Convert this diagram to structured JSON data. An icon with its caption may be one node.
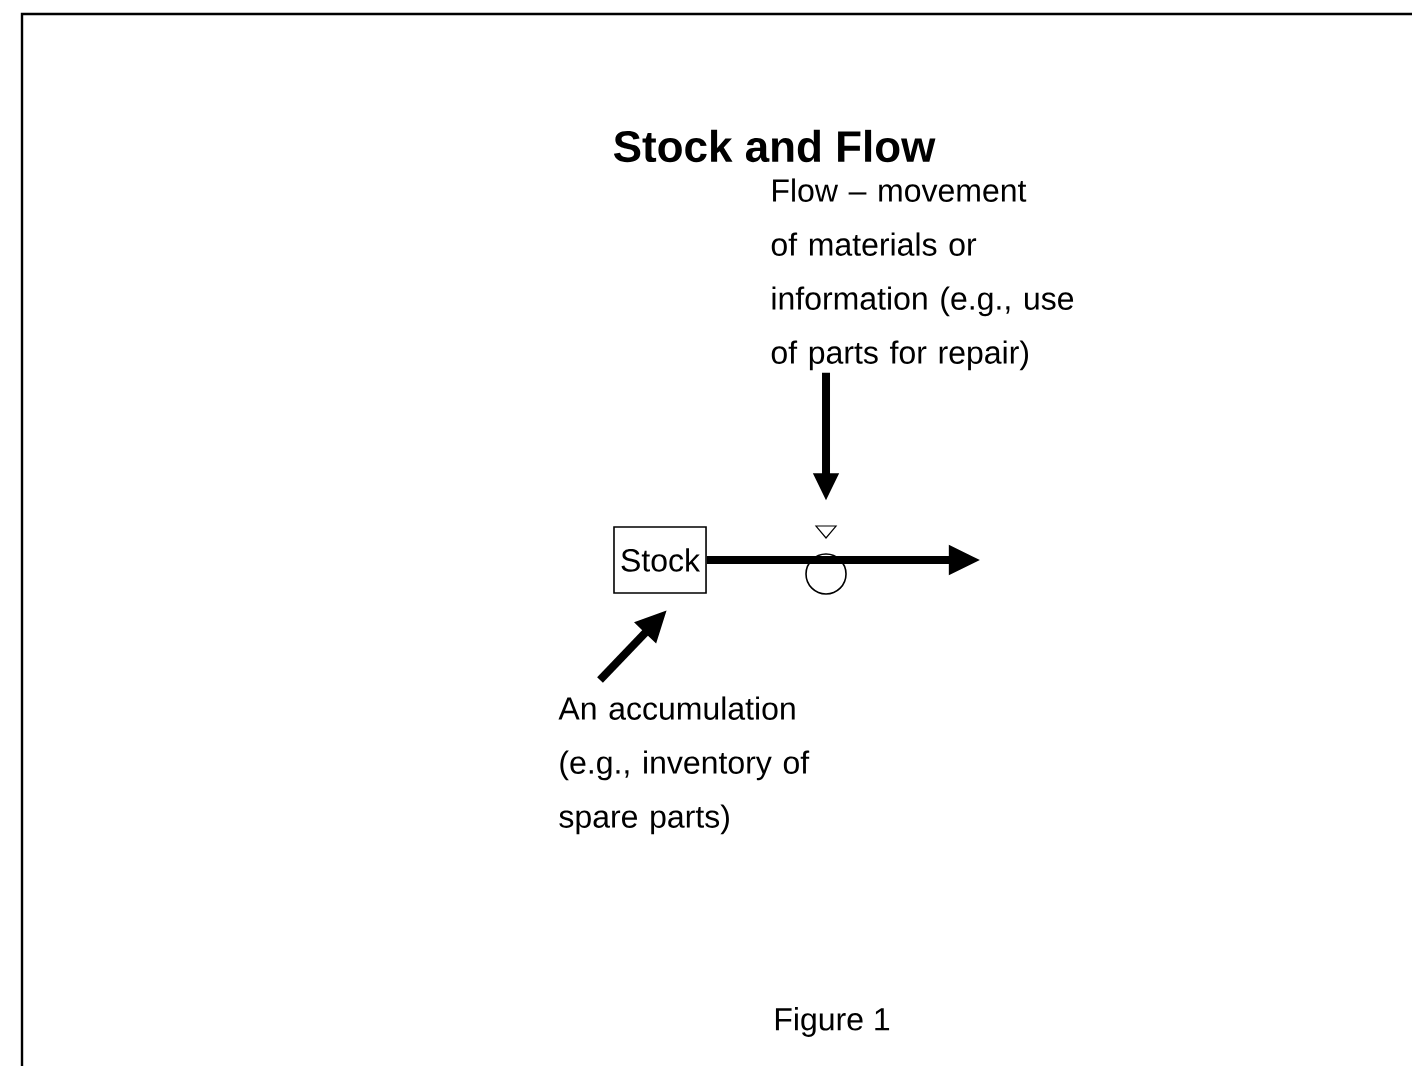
{
  "diagram": {
    "title": "Stock and Flow",
    "caption": "Figure 1",
    "nodes": [
      {
        "text": [
          "Stock"
        ]
      },
      {
        "text": [
          "Flow – movement of materials or information (e.g., use of parts for repair)"
        ]
      },
      {
        "text": [],
        "shape": "circle"
      },
      {
        "text": [
          "An accumulation (e.g., inventory of spare parts)"
        ]
      }
    ],
    "edges": [
      {
        "from": 0,
        "to": null,
        "arrow": "to"
      },
      {
        "from": 1,
        "to": 2,
        "arrow": "to"
      },
      {
        "from": 3,
        "to": 0,
        "arrow": "to"
      }
    ]
  }
}
